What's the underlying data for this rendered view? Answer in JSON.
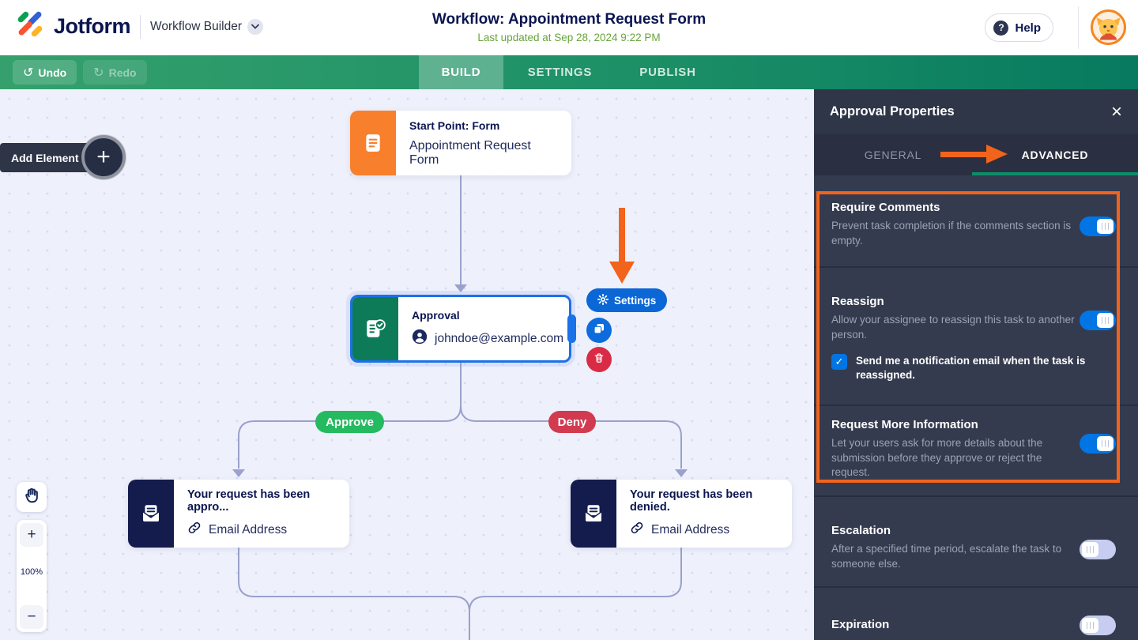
{
  "header": {
    "brand": "Jotform",
    "app_name": "Workflow Builder",
    "title": "Workflow: Appointment Request Form",
    "last_updated": "Last updated at Sep 28, 2024 9:22 PM",
    "help": "Help"
  },
  "toolbar": {
    "undo": "Undo",
    "redo": "Redo",
    "tabs": {
      "build": "BUILD",
      "settings": "SETTINGS",
      "publish": "PUBLISH"
    }
  },
  "canvas": {
    "add_element": "Add Element",
    "zoom_level": "100%",
    "start_node": {
      "label": "Start Point: Form",
      "title": "Appointment Request Form"
    },
    "approval_node": {
      "title": "Approval",
      "assignee": "johndoe@example.com"
    },
    "approve_label": "Approve",
    "deny_label": "Deny",
    "email_approved_node": {
      "title": "Your request has been appro...",
      "field": "Email Address"
    },
    "email_denied_node": {
      "title": "Your request has been denied.",
      "field": "Email Address"
    },
    "settings_button": "Settings"
  },
  "panel": {
    "title": "Approval Properties",
    "tabs": {
      "general": "GENERAL",
      "advanced": "ADVANCED"
    },
    "sections": [
      {
        "title": "Require Comments",
        "description": "Prevent task completion if the comments section is empty.",
        "toggle": "on"
      },
      {
        "title": "Reassign",
        "description": "Allow your assignee to reassign this task to another person.",
        "toggle": "on",
        "checkbox_label": "Send me a notification email when the task is reassigned.",
        "checkbox_checked": true
      },
      {
        "title": "Request More Information",
        "description": "Let your users ask for more details about the submission before they approve or reject the request.",
        "toggle": "on"
      },
      {
        "title": "Escalation",
        "description": "After a specified time period, escalate the task to someone else.",
        "toggle": "off"
      },
      {
        "title": "Expiration",
        "toggle": "off"
      }
    ]
  },
  "icons": {
    "undo_glyph": "↺",
    "redo_glyph": "↻",
    "plus_glyph": "+",
    "close_glyph": "×",
    "check_glyph": "✓",
    "help_glyph": "?",
    "zoom_in_glyph": "+",
    "zoom_out_glyph": "−"
  },
  "colors": {
    "brand_navy": "#0a1551",
    "toolbar_green_left": "#35a06c",
    "toolbar_green_right": "#077a5f",
    "updated_green": "#68a43b",
    "annotation_orange": "#f2631c",
    "toggle_on_blue": "#0075e3",
    "toggle_off": "#c6cdf0",
    "selected_blue": "#1a71e8",
    "approve_green": "#25ba5f",
    "deny_red": "#d23a50",
    "start_orange": "#f8802c",
    "approval_green": "#0e7b58",
    "email_navy": "#131c4d",
    "panel_bg": "#343b4e",
    "tab_underline": "#0c8e68",
    "connector": "#9aa1cc"
  }
}
